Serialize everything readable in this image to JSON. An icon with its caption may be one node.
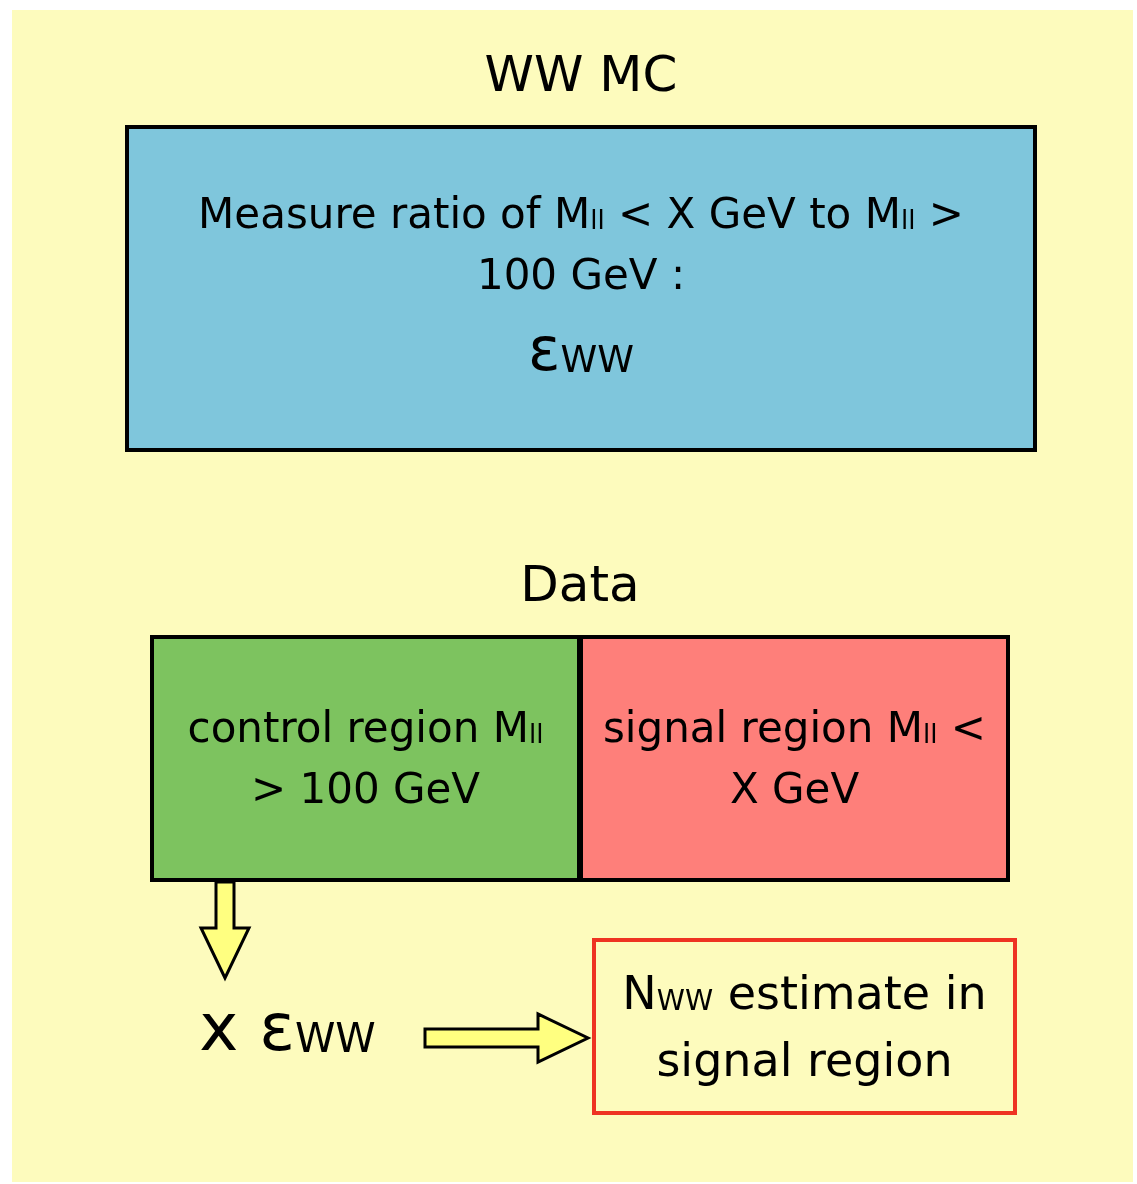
{
  "diagram": {
    "nodes": [
      {
        "text": [
          "WW MC",
          "Measure ratio of M$_{ll}$ < X GeV to M$_{ll}$ > 100 GeV :",
          "ε$_{WW}$"
        ]
      },
      {
        "text": [
          "Data"
        ]
      },
      {
        "text": [
          "control region M$_{ll}$ > 100 GeV"
        ],
        "in": 1
      },
      {
        "text": [
          "signal region M$_{ll}$ < X GeV"
        ],
        "in": 1
      },
      {
        "text": [
          "x ε$_{WW}$"
        ]
      },
      {
        "text": [
          "N$_{WW}$ estimate in signal region"
        ]
      }
    ],
    "edges": [
      {
        "from": 2,
        "to": 4,
        "arrow": "to"
      },
      {
        "from": 4,
        "to": 5,
        "arrow": "to"
      }
    ]
  }
}
